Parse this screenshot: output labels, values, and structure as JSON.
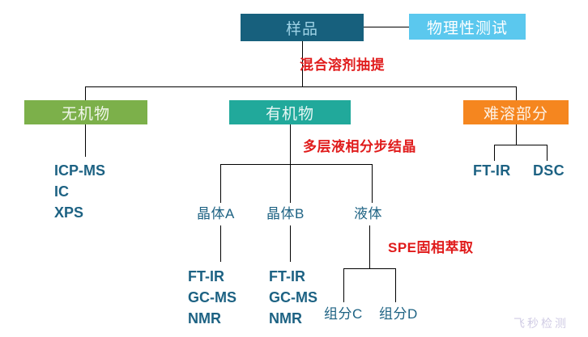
{
  "diagram": {
    "title_boxes": {
      "sample": "样品",
      "physical_test": "物理性测试",
      "inorganic": "无机物",
      "organic": "有机物",
      "insoluble": "难溶部分"
    },
    "annotations": {
      "extraction": "混合溶剂抽提",
      "crystallization": "多层液相分步结晶",
      "spe": "SPE固相萃取"
    },
    "nodes": {
      "crystal_a": "晶体A",
      "crystal_b": "晶体B",
      "liquid": "液体",
      "component_c": "组分C",
      "component_d": "组分D"
    },
    "methods": {
      "inorganic_list": "ICP-MS\nIC\nXPS",
      "insoluble_ftir": "FT-IR",
      "insoluble_dsc": "DSC",
      "crystal_a_list": "FT-IR\nGC-MS\nNMR",
      "crystal_b_list": "FT-IR\nGC-MS\nNMR"
    },
    "watermark": "飞秒检测",
    "colors": {
      "sample_bg": "#17607d",
      "physical_bg": "#5bc8ee",
      "inorganic_bg": "#7cb04a",
      "organic_bg": "#21a99b",
      "insoluble_bg": "#f5861f",
      "text_blue": "#1d6283",
      "annotation_red": "#e01b1b",
      "line": "#000000",
      "watermark": "#c8c3e0"
    }
  }
}
